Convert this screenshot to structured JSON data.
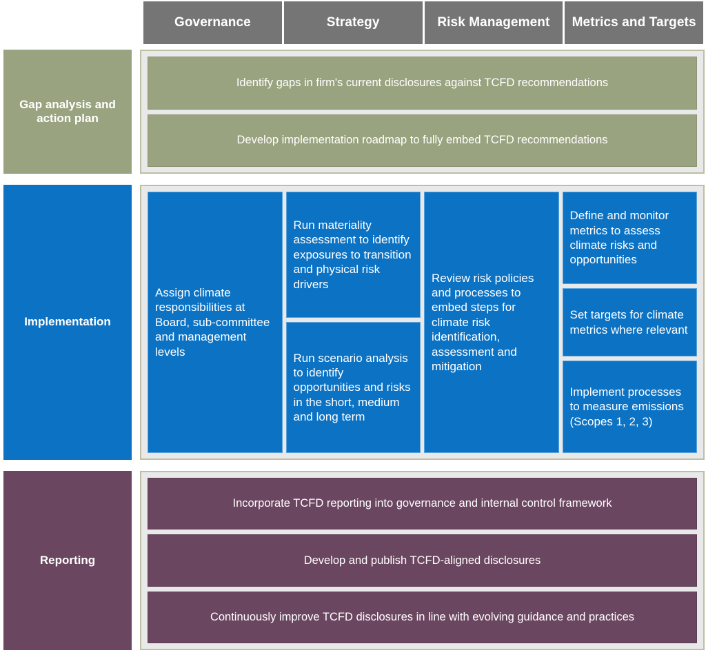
{
  "header": {
    "columns": [
      {
        "label": "Governance"
      },
      {
        "label": "Strategy"
      },
      {
        "label": "Risk Management"
      },
      {
        "label": "Metrics and Targets"
      }
    ]
  },
  "colors": {
    "header_gray": "#757575",
    "sage_green": "#9aa37f",
    "blue": "#0b72c4",
    "plum": "#6b4660",
    "panel_background": "#e9e9e9",
    "panel_border": "#bcbfa4",
    "text_on_fill": "#ffffff"
  },
  "rows": [
    {
      "label": "Gap analysis and action plan",
      "color": "sage",
      "layout": "full-width-bars",
      "bars": [
        "Identify gaps in firm's current disclosures against TCFD recommendations",
        "Develop implementation roadmap to fully embed TCFD recommendations"
      ]
    },
    {
      "label": "Implementation",
      "color": "blue",
      "layout": "four-column-grid",
      "columns": [
        {
          "header": "Governance",
          "cells": [
            "Assign climate responsibilities at Board, sub-committee and management levels"
          ]
        },
        {
          "header": "Strategy",
          "cells": [
            "Run materiality assessment to identify exposures to transition and physical risk drivers",
            "Run scenario analysis to identify opportunities and risks in the short, medium and long term"
          ]
        },
        {
          "header": "Risk Management",
          "cells": [
            "Review risk policies and processes to embed steps for climate risk identification, assessment and mitigation"
          ]
        },
        {
          "header": "Metrics and Targets",
          "cells": [
            "Define and monitor metrics to assess climate risks and opportunities",
            "Set targets for climate metrics where relevant",
            "Implement processes to measure emissions (Scopes 1, 2, 3)"
          ]
        }
      ]
    },
    {
      "label": "Reporting",
      "color": "plum",
      "layout": "full-width-bars",
      "bars": [
        "Incorporate TCFD reporting into governance and internal control framework",
        "Develop and publish TCFD-aligned disclosures",
        "Continuously improve TCFD disclosures in line with evolving guidance and practices"
      ]
    }
  ]
}
